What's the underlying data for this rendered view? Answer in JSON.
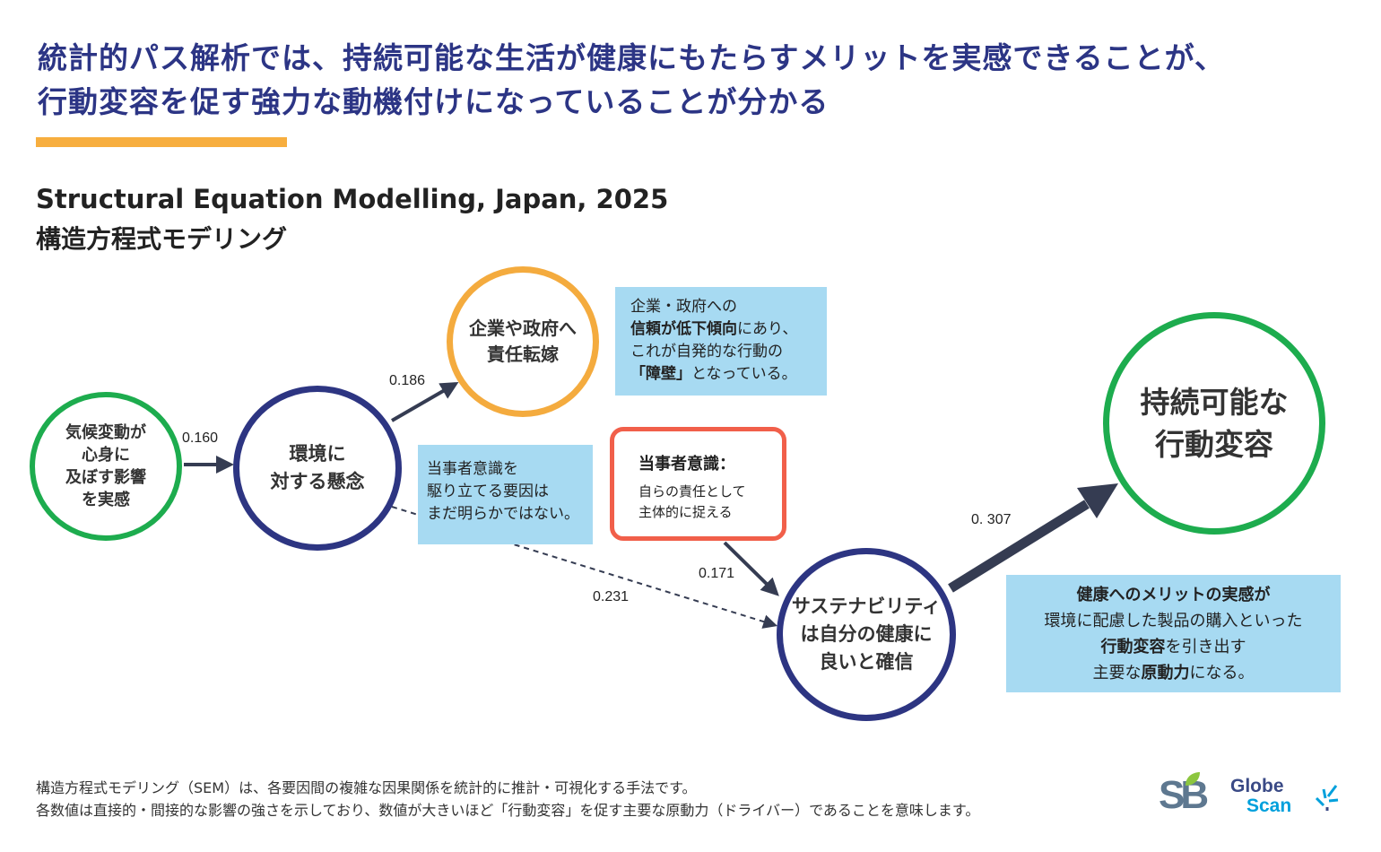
{
  "headline": {
    "line1": "統計的パス解析では、持続可能な生活が健康にもたらすメリットを実感できることが、",
    "line2": "行動変容を促す強力な動機付けになっていることが分かる"
  },
  "subtitle": {
    "en": "Structural Equation Modelling, Japan, 2025",
    "ja": "構造方程式モデリング"
  },
  "nodes": {
    "climate": "気候変動が\n心身に\n及ぼす影響\nを実感",
    "env": "環境に\n対する懸念",
    "blame": "企業や政府へ\n責任転嫁",
    "sust": "サステナビリティ\nは自分の健康に\n良いと確信",
    "goal": "持続可能な\n行動変容"
  },
  "boxes": {
    "trust": {
      "l1": "企業・政府への",
      "l2_bold": "信頼が低下傾向",
      "l2_rest": "にあり、",
      "l3": "これが自発的な行動の",
      "l4_bold": "「障壁」",
      "l4_rest": "となっている。"
    },
    "driver": {
      "l1": "当事者意識を",
      "l2": "駆り立てる要因は",
      "l3": "まだ明らかではない。"
    },
    "responsibility": {
      "title": "当事者意識：",
      "l1": "自らの責任として",
      "l2": "主体的に捉える"
    },
    "health": {
      "l1": "健康へのメリットの実感が",
      "l2": "環境に配慮した製品の購入といった",
      "l3_bold": "行動変容",
      "l3_rest": "を引き出す",
      "l4_a": "主要な",
      "l4_bold": "原動力",
      "l4_rest": "になる。"
    }
  },
  "chart_data": {
    "type": "path_diagram",
    "edges": [
      {
        "from": "climate",
        "to": "env",
        "coefficient": "0.160",
        "style": "solid"
      },
      {
        "from": "env",
        "to": "blame",
        "coefficient": "0.186",
        "style": "solid"
      },
      {
        "from": "env",
        "to": "sust",
        "coefficient": "0.231",
        "style": "dashed"
      },
      {
        "from": "responsibility",
        "to": "sust",
        "coefficient": "0.171",
        "style": "solid"
      },
      {
        "from": "sust",
        "to": "goal",
        "coefficient": "0. 307",
        "style": "bold"
      }
    ]
  },
  "footnote": {
    "l1": "構造方程式モデリング（SEM）は、各要因間の複雑な因果関係を統計的に推計・可視化する手法です。",
    "l2": "各数値は直接的・間接的な影響の強さを示しており、数値が大きいほど「行動変容」を促す主要な原動力（ドライバー）であることを意味します。"
  },
  "logos": {
    "sb": "SB",
    "globescan_line1": "Globe",
    "globescan_line2": "Scan"
  },
  "colors": {
    "navy": "#2c3585",
    "green": "#1dac4e",
    "orange": "#f4ab3e",
    "red": "#f15f4a",
    "lightblue": "#a7daf2",
    "arrow": "#353c52"
  }
}
